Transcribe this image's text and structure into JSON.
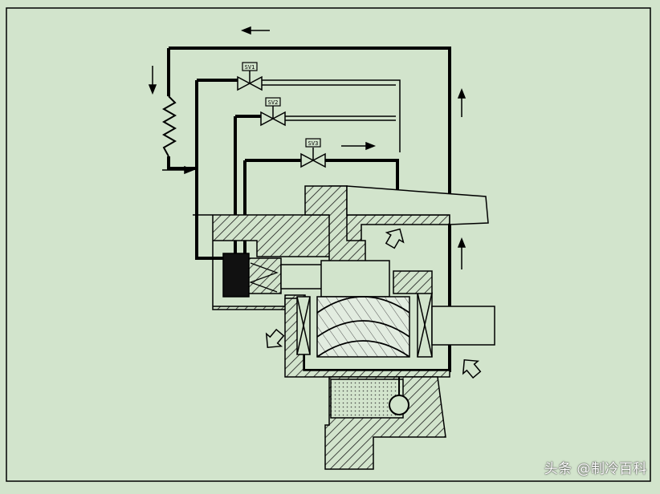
{
  "diagram": {
    "colors": {
      "background": "#d2e4cc",
      "line": "#000000",
      "hatch": "#1a1a1a"
    },
    "valves": [
      {
        "label": "SV1"
      },
      {
        "label": "SV2"
      },
      {
        "label": "SV3"
      }
    ]
  },
  "watermark": {
    "text": "头条 @制冷百科",
    "logo_text": "制冷百科"
  }
}
